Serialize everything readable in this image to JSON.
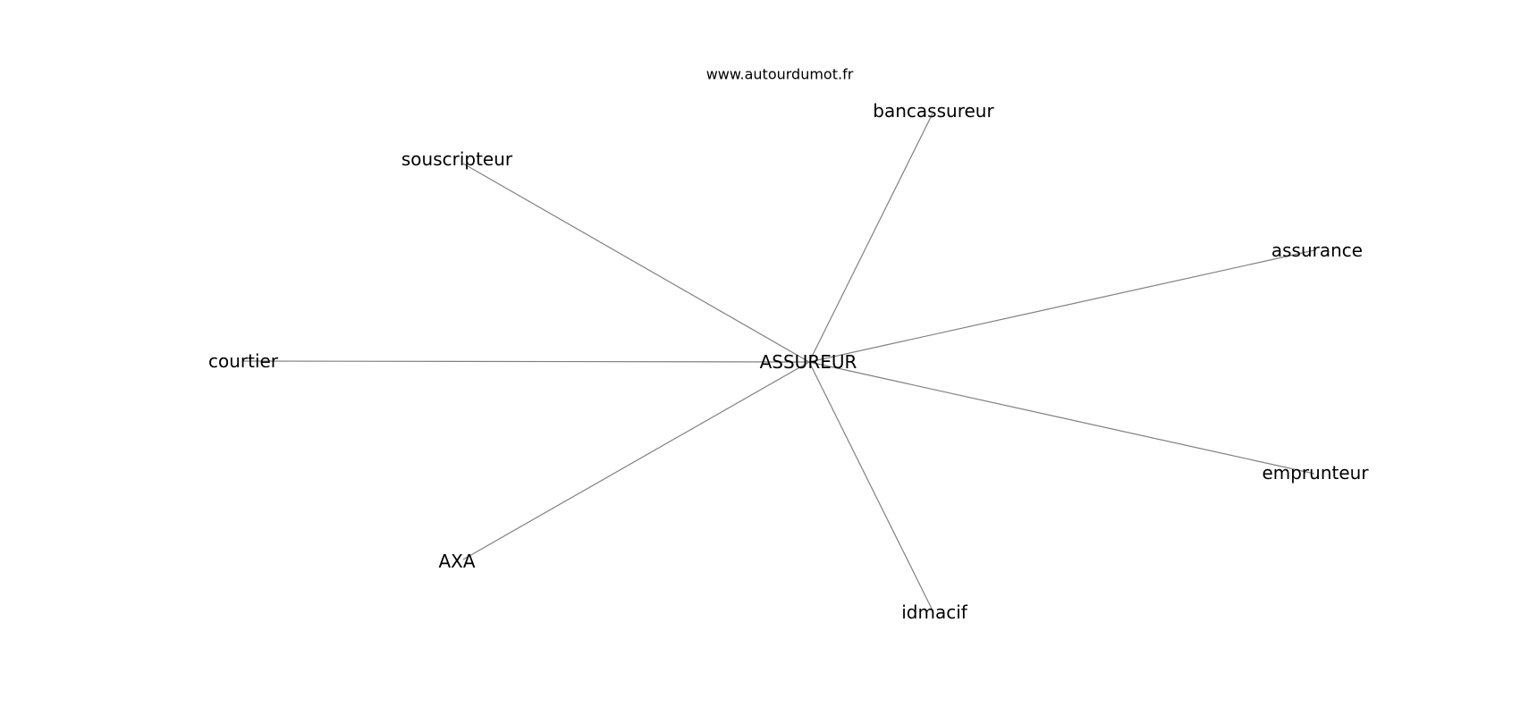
{
  "watermark": "www.autourdumot.fr",
  "graph": {
    "center": "ASSUREUR",
    "neighbors": [
      "bancassureur",
      "souscripteur",
      "assurance",
      "courtier",
      "emprunteur",
      "AXA",
      "idmacif"
    ],
    "edge_color": "#808080",
    "label_color": "#000000"
  }
}
